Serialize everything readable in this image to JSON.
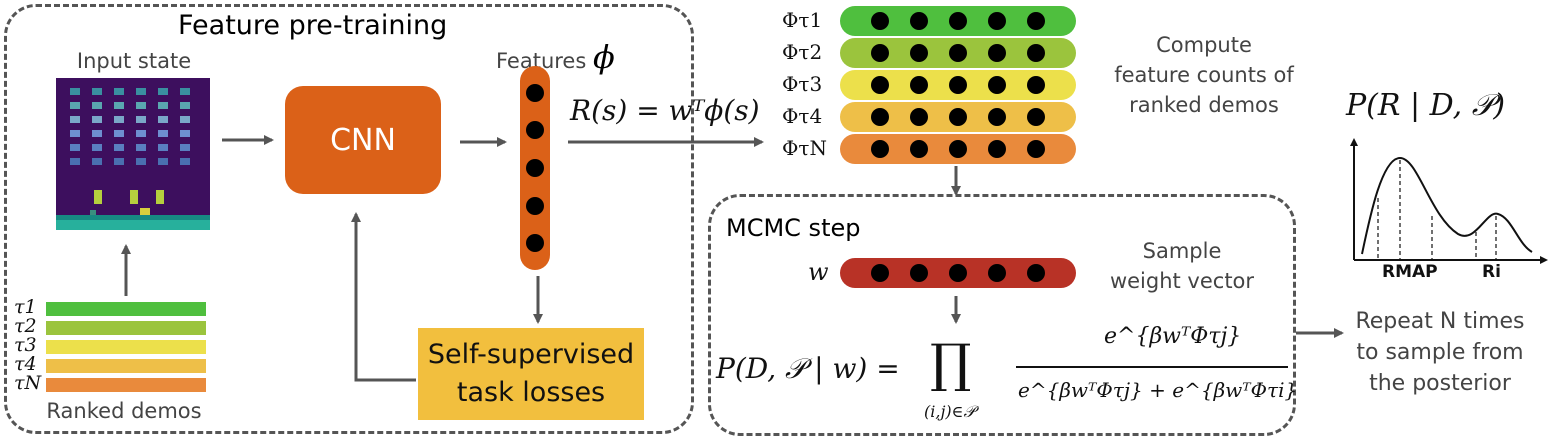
{
  "pretraining": {
    "title": "Feature pre-training",
    "input_state_label": "Input state",
    "cnn_label": "CNN",
    "features_label": "Features",
    "features_symbol": "ϕ",
    "loss_line1": "Self-supervised",
    "loss_line2": "task losses",
    "ranked_demos_label": "Ranked demos",
    "demo_labels": [
      "τ1",
      "τ2",
      "τ3",
      "τ4",
      "τN"
    ]
  },
  "reward_eq": "R(s) = wᵀϕ(s)",
  "feature_counts": {
    "labels": [
      "Φτ1",
      "Φτ2",
      "Φτ3",
      "Φτ4",
      "ΦτN"
    ],
    "description_line1": "Compute",
    "description_line2": "feature counts of",
    "description_line3": "ranked demos"
  },
  "mcmc": {
    "title": "MCMC step",
    "w_label": "w",
    "sample_line1": "Sample",
    "sample_line2": "weight vector",
    "likelihood_lhs": "P(D, 𝒫 | w) =",
    "product_symbol": "∏",
    "product_index": "(i,j)∈𝒫",
    "numerator": "e^{βwᵀΦτj}",
    "denominator": "e^{βwᵀΦτj} + e^{βwᵀΦτi}"
  },
  "posterior": {
    "title": "P(R | D, 𝒫)",
    "r_map": "RMAP",
    "r_i": "Ri",
    "repeat_line1": "Repeat N times",
    "repeat_line2": "to sample from",
    "repeat_line3": "the posterior"
  },
  "colors": {
    "orange": "#db6118",
    "yellow_box": "#f2bf3e",
    "green": "#4fbf3e",
    "light_green": "#9bc43d",
    "yellow": "#ece04b",
    "light_orange": "#eebf48",
    "dark_orange": "#e98a3c",
    "red": "#b83226"
  }
}
